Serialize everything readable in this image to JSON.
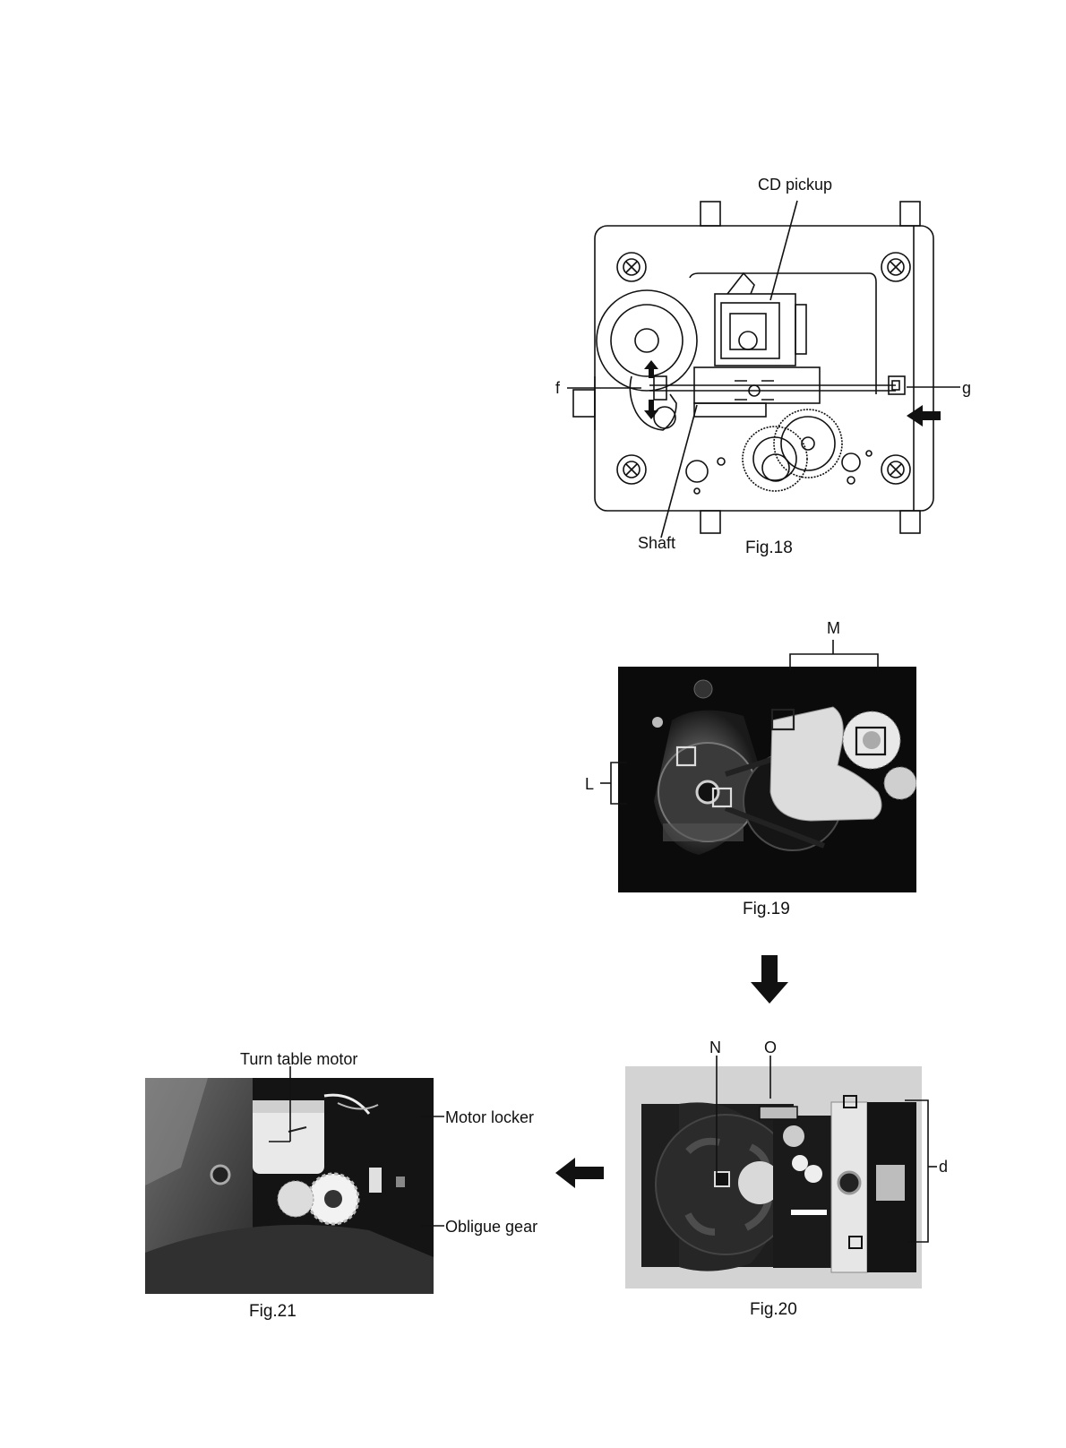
{
  "fig18": {
    "caption": "Fig.18",
    "labels": {
      "cd_pickup": "CD pickup",
      "f": "f",
      "g": "g",
      "shaft": "Shaft"
    }
  },
  "fig19": {
    "caption": "Fig.19",
    "labels": {
      "M": "M",
      "L": "L"
    }
  },
  "fig20": {
    "caption": "Fig.20",
    "labels": {
      "N": "N",
      "O": "O",
      "d": "d"
    }
  },
  "fig21": {
    "caption": "Fig.21",
    "labels": {
      "turn_table_motor": "Turn table motor",
      "motor_locker": "Motor locker",
      "obligue_gear": "Obligue gear"
    }
  },
  "colors": {
    "ink": "#111111",
    "photo_dark": "#0d0d0d",
    "photo_light": "#d9d9d9"
  },
  "icons": [
    "down-arrow-icon",
    "left-arrow-icon"
  ]
}
